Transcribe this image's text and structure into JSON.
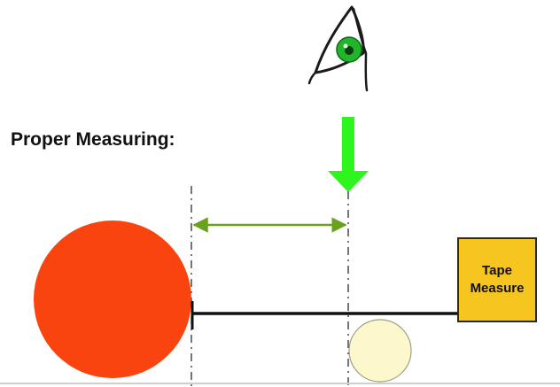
{
  "title": "Proper Measuring:",
  "tape_measure": {
    "line1": "Tape",
    "line2": "Measure",
    "fill_color": "#f7c51f"
  },
  "colors": {
    "large_circle": "#f9440f",
    "small_circle": "#fdf8cc",
    "eye_iris": "#22b52c",
    "down_arrow": "#2ef51d",
    "distance_arrow": "#6aa11f"
  },
  "icons": [
    "eye-icon",
    "down-arrow-icon",
    "double-headed-arrow-icon"
  ]
}
